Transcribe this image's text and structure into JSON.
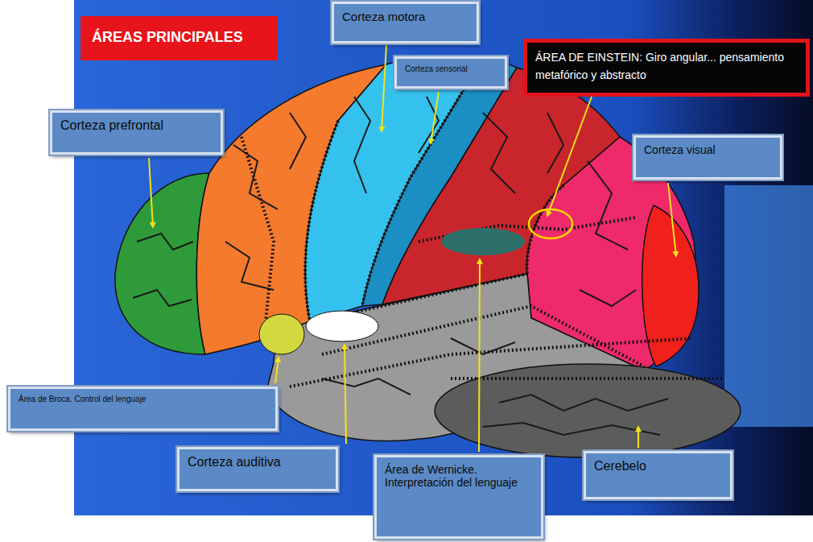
{
  "diagram": {
    "title": "ÁREAS PRINCIPALES",
    "nodes": [
      {
        "text": [
          "Corteza motora"
        ]
      },
      {
        "text": [
          "ÁREA DE EINSTEIN: Giro angular... pensamiento metafórico y abstracto"
        ]
      },
      {
        "text": [
          "Corteza sensorial"
        ]
      },
      {
        "text": [
          "Corteza prefrontal"
        ]
      },
      {
        "text": [
          "Corteza visual"
        ]
      },
      {
        "text": [
          "Área de Broca. Control del lenguaje"
        ]
      },
      {
        "text": [
          "Corteza auditiva"
        ]
      },
      {
        "text": [
          "Área de Wernicke. Interpretación del lenguaje"
        ]
      },
      {
        "text": [
          "Cerebelo"
        ]
      }
    ]
  }
}
